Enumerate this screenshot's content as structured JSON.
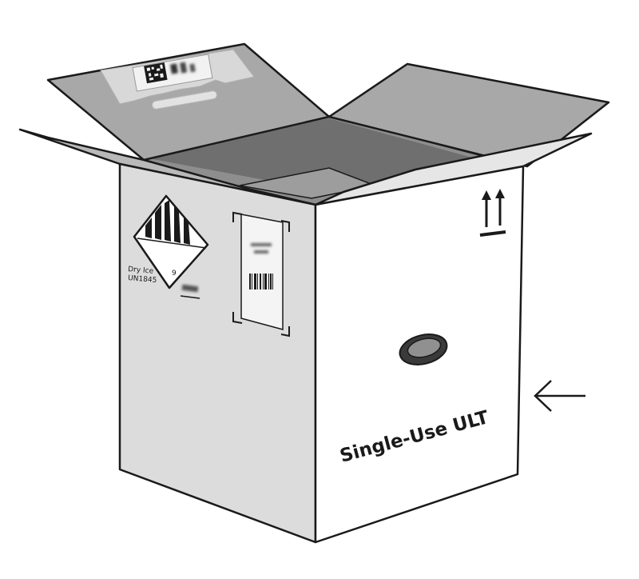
{
  "box": {
    "side_text": "Single-Use ULT",
    "hazard_label": {
      "line1": "Dry Ice",
      "line2": "UN1845",
      "class_number": "9",
      "weight_text": "",
      "kg_unit": ""
    },
    "return_label": {
      "line1": "",
      "line2": ""
    },
    "this_side_up_icon": "two-up-arrows-icon",
    "hand_hole_icon": "hand-hole"
  },
  "pointer": {
    "icon": "left-arrow-icon"
  },
  "colors": {
    "outline": "#1a1a1a",
    "left_face": "#dcdcdc",
    "right_face": "#ffffff",
    "interior": "#8f8f8f",
    "flap": "#a9a9a9",
    "flap_light": "#c7c7c7"
  }
}
